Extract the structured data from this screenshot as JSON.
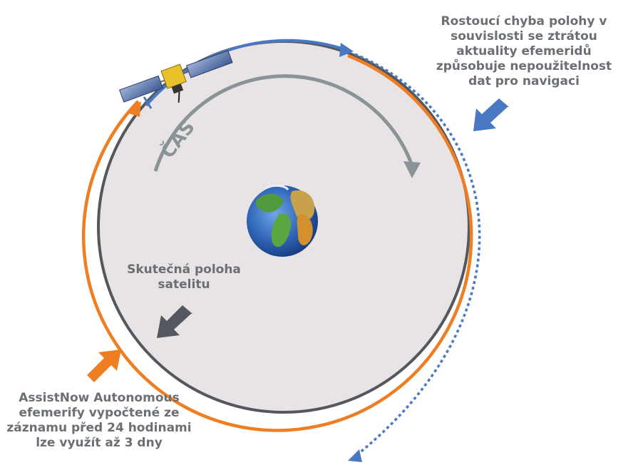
{
  "labels": {
    "error_text": "Rostoucí chyba polohy v souvislosti se ztrátou aktuality efemeridů způsobuje nepoužitelnost dat pro navigaci",
    "actual_position": "Skutečná poloha satelitu",
    "assistnow": "AssistNow Autonomous efemerify vypočtené ze záznamu před 24 hodinami lze využít až 3 dny",
    "time": "ČAS"
  },
  "colors": {
    "orbit_fill": "#e8e4e6",
    "actual_orbit": "#55575f",
    "assist_orbit": "#ef7d22",
    "error_path": "#4a78c2",
    "time_arrow": "#8a9396",
    "label_text": "#6b6f74"
  },
  "icons": {
    "satellite": "satellite-icon",
    "earth": "earth-icon"
  }
}
